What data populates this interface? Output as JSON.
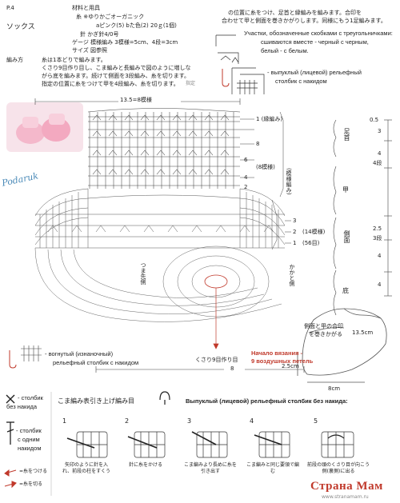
{
  "header": {
    "page_no": "P.4",
    "title": "ソックス",
    "materials_heading": "材料と用具",
    "yarn_line": "糸 ※ゆりかごオーガニック",
    "yarn_colors": "aピンク(5)  bた色(2)  20ｇ(1個)",
    "hook": "針 かぎ針4/0号",
    "gauge": "ゲージ 模様編み 3模様=5cm、4段=3cm",
    "size": "サイズ 図参照",
    "method_heading": "編み方",
    "method_lines": [
      "糸は1本どりで編みます。",
      "くさり9目作り目し、こま編みと長編みで図のように増しな",
      "がら底を編みます。続けて側面を3段編み、糸を切ります。",
      "指定の位置に糸をつけて甲を4段編み、糸を切ります。"
    ],
    "method_tail": "指定",
    "top_right_lines": [
      "の位置に糸をつけ、足首と縁編みを編みます。合印を",
      "合わせて甲と側面を巻きかがりします。同様にもう1足編みます。"
    ]
  },
  "legend_top": {
    "note_1": "Участки, обозначенные скобками с треугольничками:",
    "note_2": "сшиваются вместе - черный с черным,",
    "note_3": "белый - с белым.",
    "raised_front": "- выпуклый (лицевой) рельефный",
    "raised_front_2": "столбик с накидом"
  },
  "diagram": {
    "width_top": "13.5=8模様",
    "row_1": "1 (縁編み)",
    "row_8": "(8模様)",
    "row_8_num": "8",
    "row_6": "6",
    "row_4": "4",
    "row_2": "2",
    "side_pattern": "(模様編み)",
    "row_3": "3",
    "row_2b": "2",
    "row_1b": "1",
    "stitch_14": "(14模様)",
    "stitch_56": "(56目)",
    "toe": "つま先側",
    "heel": "かかと側",
    "start_chain": "くさり9目作り目",
    "start_ru_1": "Начало вязания -",
    "start_ru_2": "9 воздушных петель",
    "width_bottom": "8",
    "watermark": "Podaruk"
  },
  "side_labels": {
    "ankle": "足首",
    "instep": "甲",
    "side": "側面",
    "bottom": "底",
    "dims": [
      "0.5",
      "3",
      "4",
      "4段",
      "2.5",
      "3段",
      "4",
      "4"
    ]
  },
  "shoe": {
    "width": "13.5cm",
    "note_1": "側面と甲の合印",
    "note_2": "を巻きかがる",
    "h": "2.5cm",
    "length": "8cm"
  },
  "legend_left": {
    "sunken": "- вогнутый (изнаночный)",
    "sunken_2": "рельефный столбик с накидом",
    "sc": "- столбик",
    "sc_2": "без накида",
    "dc": "- столбик",
    "dc_2": "с одним",
    "dc_3": "накидом",
    "join": "=糸をつける",
    "cut": "=糸を切る"
  },
  "tutorial": {
    "jp_title": "こま編み表引き上げ編み目",
    "ru_title": "Выпуклый (лицевой) рельефный столбик без накида:",
    "steps": [
      {
        "num": "1",
        "cap": "矢印のように針を入れ、前段の柱をすくう"
      },
      {
        "num": "2",
        "cap": "針に糸をかける"
      },
      {
        "num": "3",
        "cap": "こま編みより長めに糸を引き出す"
      },
      {
        "num": "4",
        "cap": "こま編みと同じ要領で編む"
      },
      {
        "num": "5",
        "cap": "前段の頭のくさり目が向こう側(裏側)に出る"
      }
    ]
  },
  "brand": {
    "name": "Страна Мам",
    "url": "www.stranamam.ru"
  }
}
